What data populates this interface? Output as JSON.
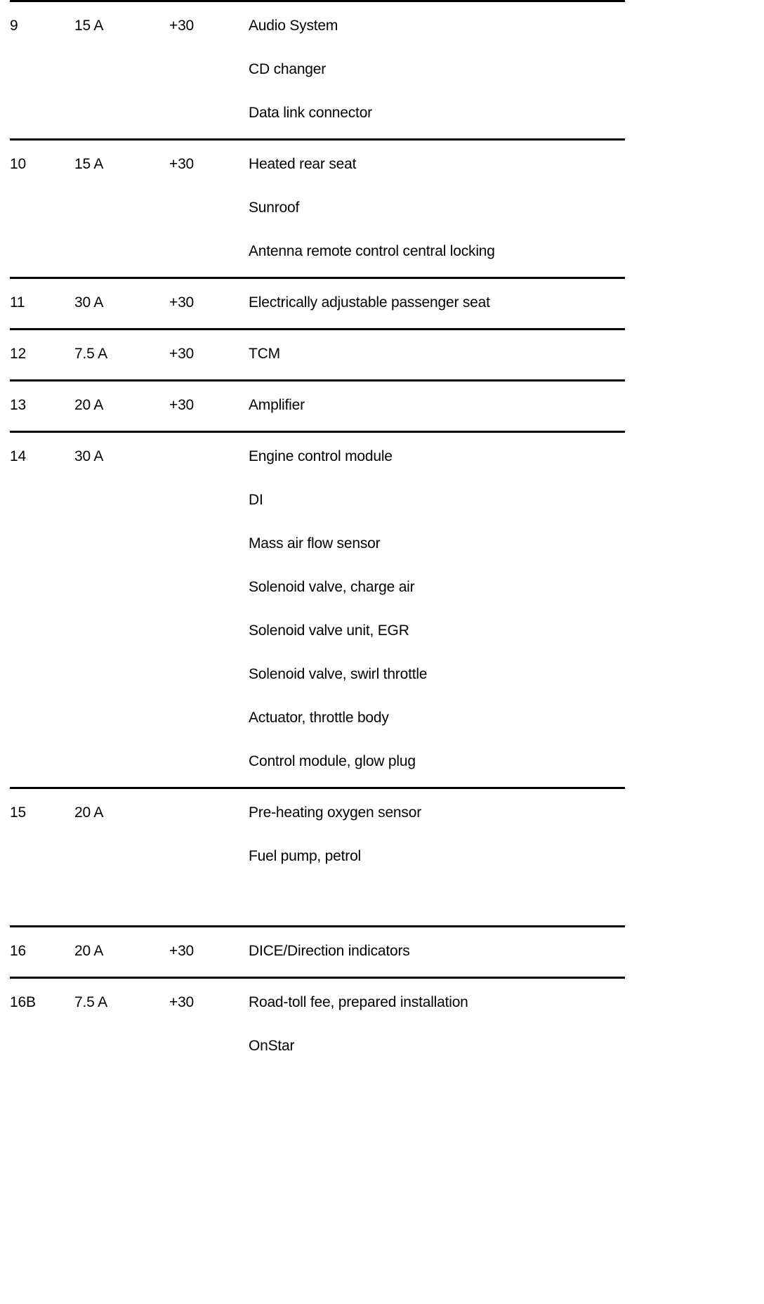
{
  "table": {
    "columns": [
      "fuse",
      "rating",
      "circuit",
      "description"
    ],
    "rows": [
      {
        "fuse": "9",
        "rating": "15 A",
        "circuit": "+30",
        "items": [
          "Audio System",
          "CD changer",
          "Data link connector"
        ],
        "trailing_gap": false
      },
      {
        "fuse": "10",
        "rating": "15 A",
        "circuit": "+30",
        "items": [
          "Heated rear seat",
          "Sunroof",
          "Antenna remote control central locking"
        ],
        "trailing_gap": false
      },
      {
        "fuse": "11",
        "rating": "30 A",
        "circuit": "+30",
        "items": [
          "Electrically adjustable passenger seat"
        ],
        "trailing_gap": false
      },
      {
        "fuse": "12",
        "rating": "7.5 A",
        "circuit": "+30",
        "items": [
          "TCM"
        ],
        "trailing_gap": false
      },
      {
        "fuse": "13",
        "rating": "20 A",
        "circuit": "+30",
        "items": [
          "Amplifier"
        ],
        "trailing_gap": false
      },
      {
        "fuse": "14",
        "rating": "30 A",
        "circuit": "",
        "items": [
          "Engine control module",
          "DI",
          "Mass air flow sensor",
          "Solenoid valve, charge air",
          "Solenoid valve unit, EGR",
          "Solenoid valve, swirl throttle",
          "Actuator, throttle body",
          "Control module, glow plug"
        ],
        "trailing_gap": false
      },
      {
        "fuse": "15",
        "rating": "20 A",
        "circuit": "",
        "items": [
          "Pre-heating oxygen sensor",
          "Fuel pump, petrol"
        ],
        "trailing_gap": true
      },
      {
        "fuse": "16",
        "rating": "20 A",
        "circuit": "+30",
        "items": [
          "DICE/Direction indicators"
        ],
        "trailing_gap": false
      },
      {
        "fuse": "16B",
        "rating": "7.5 A",
        "circuit": "+30",
        "items": [
          "Road-toll fee, prepared installation",
          "OnStar"
        ],
        "trailing_gap": false
      }
    ]
  }
}
